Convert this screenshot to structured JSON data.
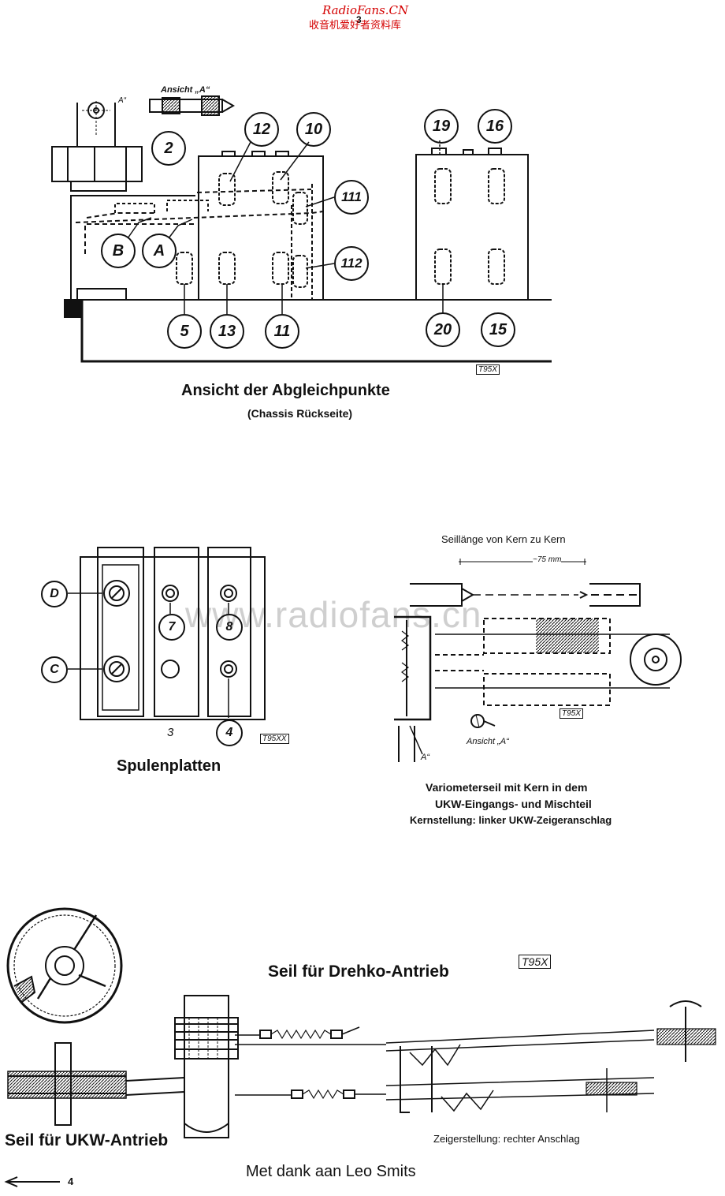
{
  "header": {
    "site": "RadioFans.CN",
    "page_number": "3",
    "chinese": "收音机爱好者资料库"
  },
  "watermark": "www.radiofans.cn",
  "section1": {
    "title": "Ansicht der Abgleichpunkte",
    "subtitle": "(Chassis Rückseite)",
    "ref_code": "T95X",
    "ansicht_label": "Ansicht „A“",
    "a_label": "A“",
    "points": [
      "12",
      "10",
      "19",
      "16",
      "2",
      "111",
      "112",
      "B",
      "A",
      "5",
      "13",
      "11",
      "20",
      "15"
    ]
  },
  "section2": {
    "title": "Spulenplatten",
    "ref_code": "T95XX",
    "points": [
      "D",
      "C",
      "7",
      "8",
      "4"
    ],
    "plain_label": "3"
  },
  "section3": {
    "top_label": "Seillänge von Kern zu Kern",
    "dimension": "~75 mm",
    "ref_code": "T95X",
    "ansicht_label": "Ansicht „A“",
    "a_label": "A“",
    "caption_line1": "Variometerseil mit Kern in dem",
    "caption_line2": "UKW-Eingangs- und Mischteil",
    "caption_line3": "Kernstellung: linker UKW-Zeigeranschlag"
  },
  "section4": {
    "title": "Seil für Drehko-Antrieb",
    "ref_code": "T95X",
    "ukw_title": "Seil für UKW-Antrieb",
    "zeiger": "Zeigerstellung: rechter Anschlag"
  },
  "footer": {
    "credit": "Met dank aan Leo Smits",
    "page_arrow_number": "4"
  },
  "colors": {
    "ink": "#111111",
    "brand": "#d40000",
    "watermark": "#cfcfcf"
  }
}
